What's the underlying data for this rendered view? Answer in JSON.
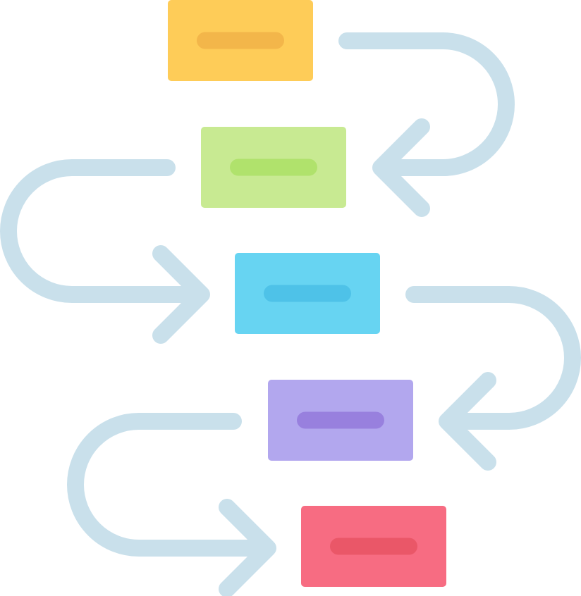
{
  "diagram": {
    "kind": "process-flow",
    "arrow_color": "#C9E0EB",
    "steps": [
      {
        "id": "step-1",
        "color": "#FECC58",
        "bar_color": "#F3B64A"
      },
      {
        "id": "step-2",
        "color": "#C8EA92",
        "bar_color": "#B0E26C"
      },
      {
        "id": "step-3",
        "color": "#67D4F2",
        "bar_color": "#4EC2E8"
      },
      {
        "id": "step-4",
        "color": "#B2A7EE",
        "bar_color": "#9880DE"
      },
      {
        "id": "step-5",
        "color": "#F76C82",
        "bar_color": "#EA5768"
      }
    ],
    "connectors": [
      {
        "from": "step-1",
        "to": "step-2"
      },
      {
        "from": "step-2",
        "to": "step-3"
      },
      {
        "from": "step-3",
        "to": "step-4"
      },
      {
        "from": "step-4",
        "to": "step-5"
      }
    ]
  }
}
